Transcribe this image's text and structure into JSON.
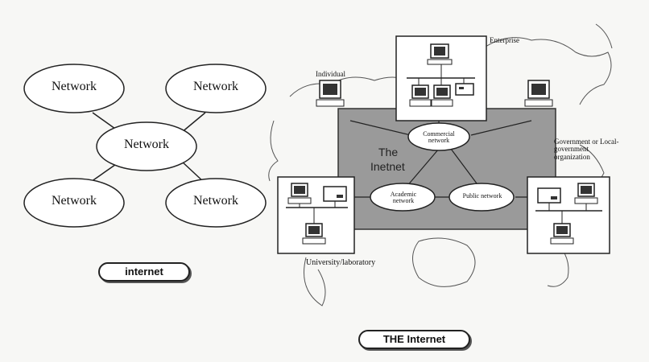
{
  "left_diagram": {
    "nodes": [
      {
        "id": "n-top-left",
        "label": "Network"
      },
      {
        "id": "n-top-right",
        "label": "Network"
      },
      {
        "id": "n-center",
        "label": "Network"
      },
      {
        "id": "n-bottom-left",
        "label": "Network"
      },
      {
        "id": "n-bottom-right",
        "label": "Network"
      }
    ],
    "caption": "internet"
  },
  "right_diagram": {
    "center_label_line1": "The",
    "center_label_line2": "Inetnet",
    "labels": {
      "individual": "Individual",
      "enterprise": "Enterprise",
      "commercial_network": "Commercial network",
      "academic_network": "Academic network",
      "public_network": "Public network",
      "government": "Government or Local-government organization",
      "university": "University/laboratory"
    },
    "caption": "THE Internet"
  },
  "colors": {
    "background": "#f7f7f5",
    "ink": "#111111",
    "core_fill": "#9a9a9a"
  }
}
